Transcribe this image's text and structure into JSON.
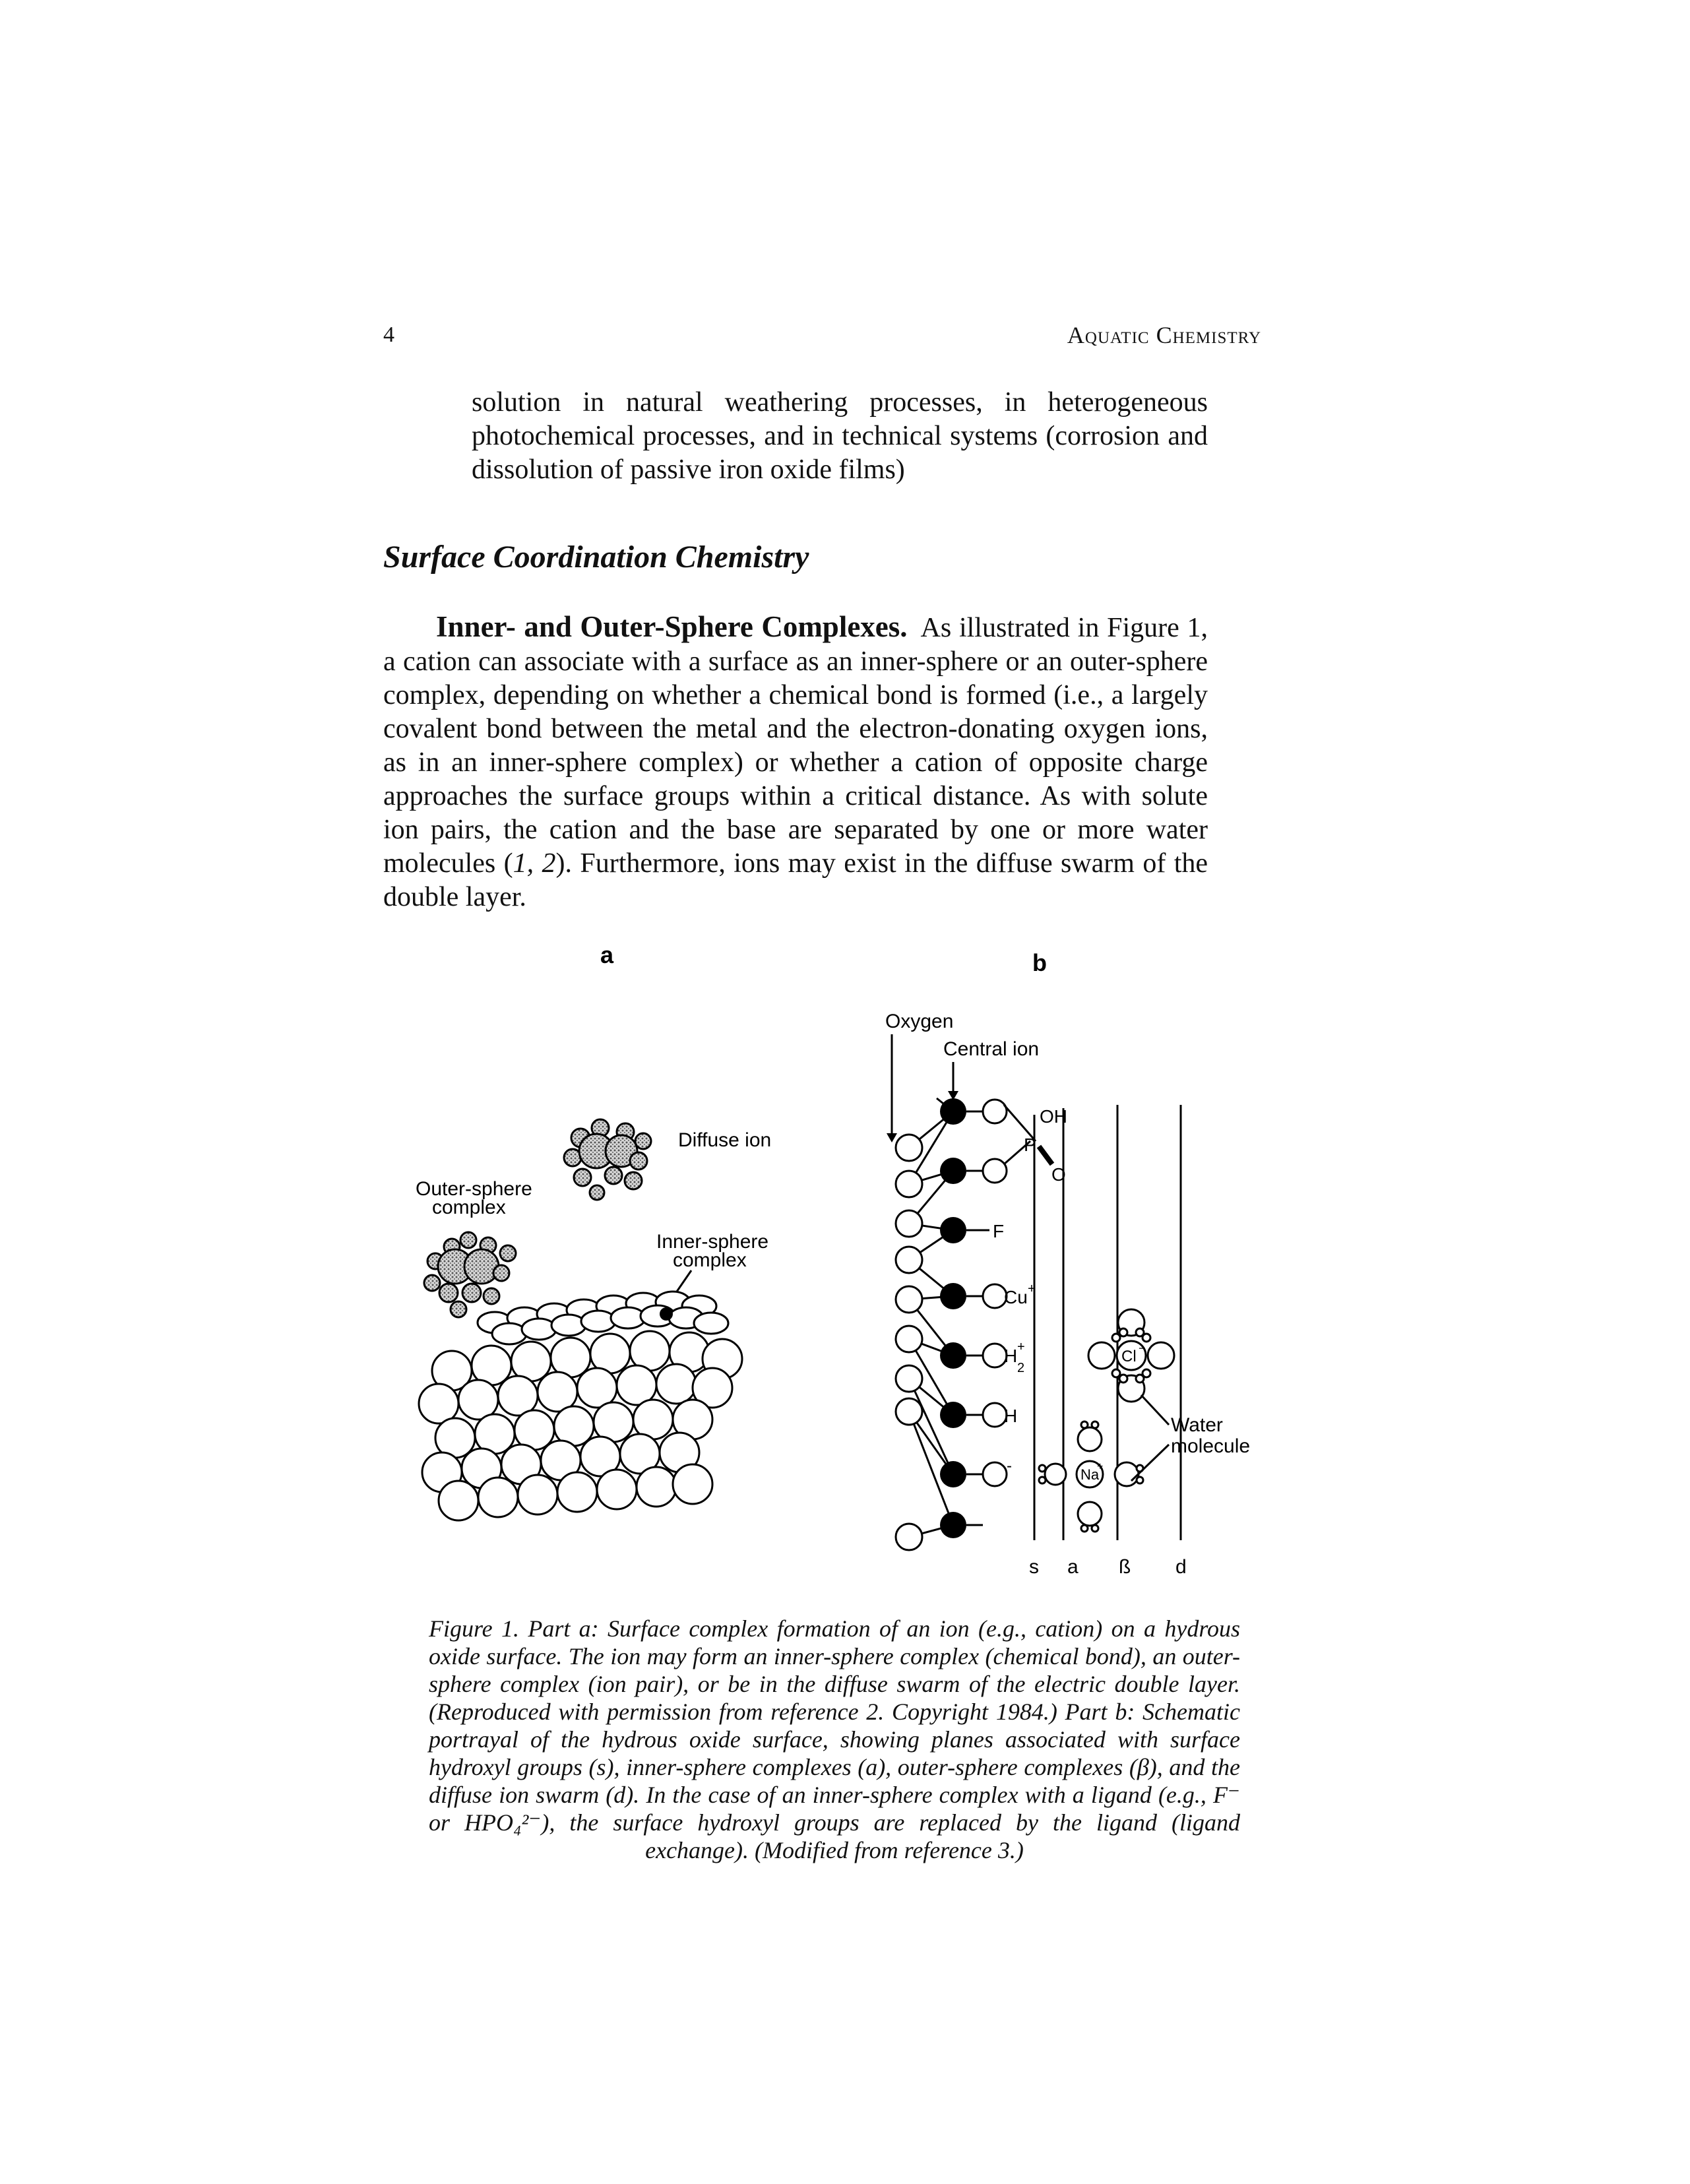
{
  "header": {
    "page_number": "4",
    "running_title": "Aquatic Chemistry"
  },
  "continuation_text": "solution in natural weathering processes, in heterogeneous photochemical processes, and in technical systems (corrosion and dissolution of passive iron oxide films)",
  "section_heading": "Surface Coordination Chemistry",
  "paragraph": {
    "runin_title": "Inner- and Outer-Sphere Complexes.",
    "text_before_cite": "As illustrated in Figure 1, a cation can associate with a surface as an inner-sphere or an outer-sphere complex, depending on whether a chemical bond is formed (i.e., a largely covalent bond between the metal and the electron-donating oxygen ions, as in an inner-sphere complex) or whether a cation of opposite charge approaches the surface groups within a critical distance. As with solute ion pairs, the cation and the base are separated by one or more water molecules (",
    "cite": "1, 2",
    "text_after_cite": "). Furthermore, ions may exist in the diffuse swarm of the double layer."
  },
  "figure": {
    "panel_a": {
      "label": "a",
      "diffuse_ion": "Diffuse ion",
      "outer_sphere_line1": "Outer-sphere",
      "outer_sphere_line2": "complex",
      "inner_sphere_line1": "Inner-sphere",
      "inner_sphere_line2": "complex"
    },
    "panel_b": {
      "label": "b",
      "oxygen": "Oxygen",
      "central_ion": "Central ion",
      "oh": "OH",
      "p": "P",
      "o": "O",
      "f": "F",
      "cu": "Cu",
      "cu_charge": "+",
      "h2": "H",
      "h2_sub": "2",
      "h2_charge": "+",
      "h": "H",
      "o_minus": "-",
      "cl": "Cl",
      "cl_charge": "−",
      "na": "Na",
      "na_charge": "+",
      "water_line1": "Water",
      "water_line2": "molecule",
      "plane_s": "s",
      "plane_a": "a",
      "plane_beta": "ß",
      "plane_d": "d"
    }
  },
  "caption": "Figure 1. Part a: Surface complex formation of an ion (e.g., cation) on a hydrous oxide surface. The ion may form an inner-sphere complex (chemical bond), an outer-sphere complex (ion pair), or be in the diffuse swarm of the electric double layer. (Reproduced with permission from reference 2. Copyright 1984.) Part b: Schematic portrayal of the hydrous oxide surface, showing planes associated with surface hydroxyl groups (s), inner-sphere complexes (a), outer-sphere complexes (β), and the diffuse ion swarm (d). In the case of an inner-sphere complex with a ligand (e.g., F⁻ or HPO₄²⁻), the surface hydroxyl groups are replaced by the ligand (ligand exchange). (Modified from reference 3.)"
}
